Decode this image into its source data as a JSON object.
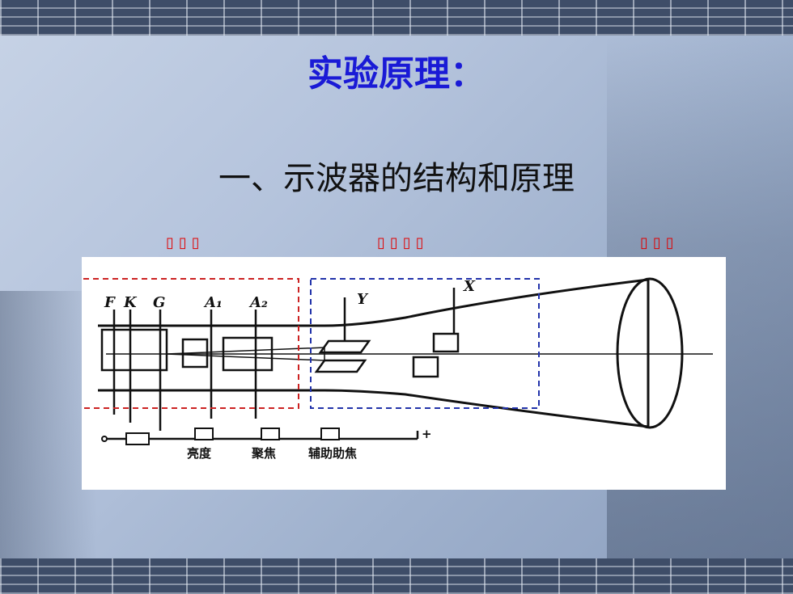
{
  "slide": {
    "title": "实验原理：",
    "subtitle": "一、示波器的结构和原理",
    "region_labels": {
      "left": "▯▯▯",
      "middle": "▯▯▯▯",
      "right": "▯▯▯"
    }
  },
  "diagram": {
    "electrode_labels": {
      "f": "F",
      "k": "K",
      "g": "G",
      "a1": "A₁",
      "a2": "A₂",
      "y": "Y",
      "x": "X"
    },
    "control_labels": {
      "brightness": "亮度",
      "focus": "聚焦",
      "aux_focus": "辅助助焦",
      "plus": "+"
    },
    "colors": {
      "gun_box": "#cc2222",
      "deflect_box": "#2233aa",
      "title": "#1a1ad6",
      "region_labels": "#e00000"
    }
  }
}
